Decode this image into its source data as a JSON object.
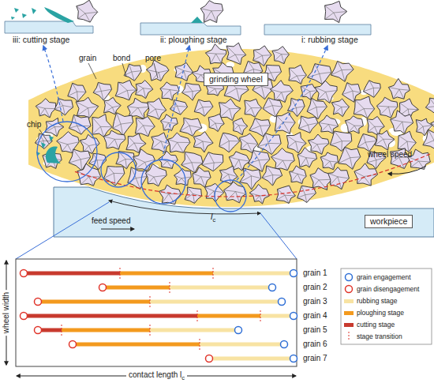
{
  "diagram": {
    "nodes": [
      {
        "text": [
          "grinding wheel"
        ]
      },
      {
        "text": [
          "workpiece"
        ]
      }
    ],
    "labels": [
      "iii: cutting stage",
      "ii: ploughing stage",
      "i: rubbing stage",
      "grain",
      "bond",
      "pore",
      "chip",
      "wheel speed",
      "feed speed",
      "l",
      "c",
      "wheel width",
      "grain 1",
      "grain 2",
      "grain 3",
      "grain 4",
      "grain 5",
      "grain 6",
      "grain 7",
      "contact length l",
      "c"
    ],
    "legend": [
      {
        "text": "grain engagement"
      },
      {
        "text": "grain disengagement"
      },
      {
        "text": "rubbing stage",
        "color": "#f8e3a3"
      },
      {
        "text": "ploughing stage",
        "color": "#f39a1e"
      },
      {
        "text": "cutting stage",
        "color": "#c83a2e"
      },
      {
        "text": "stage transition"
      }
    ]
  }
}
